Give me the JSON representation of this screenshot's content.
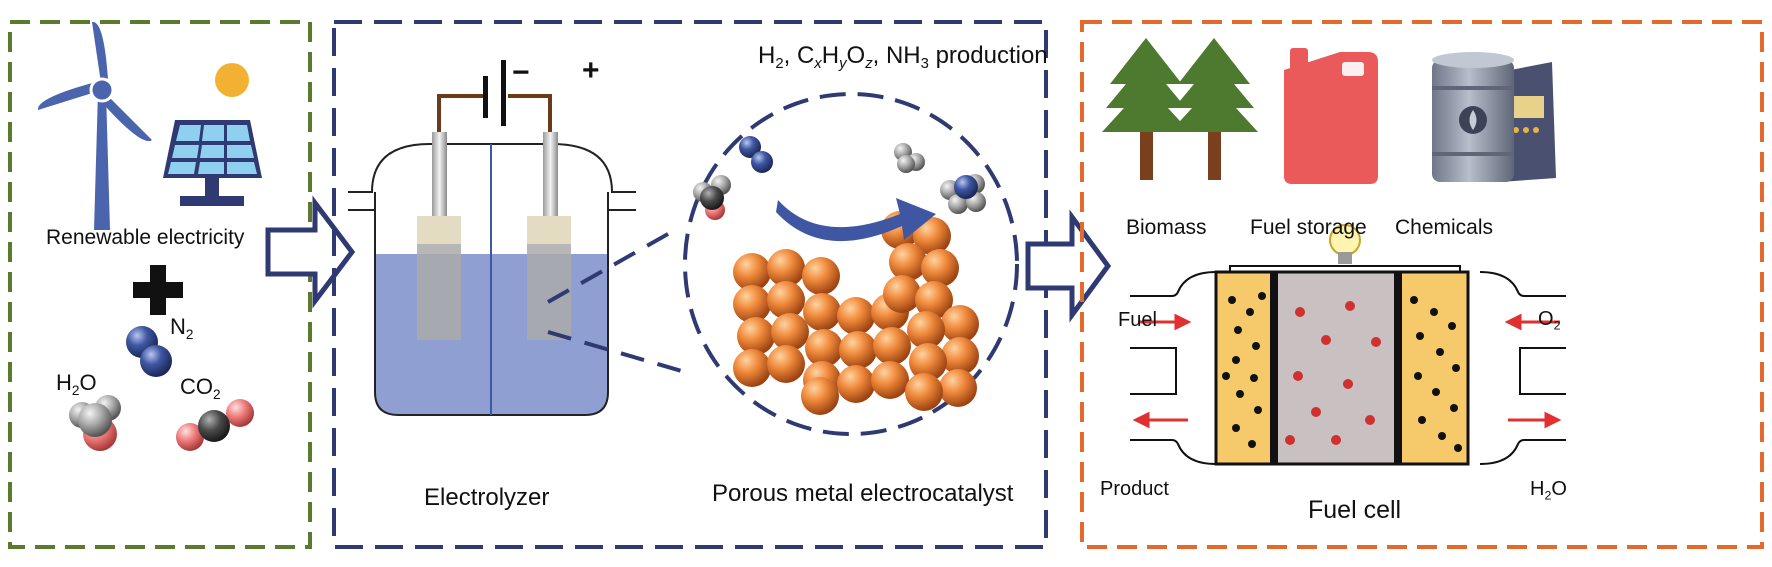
{
  "panels": {
    "inputs": {
      "border_color": "#5b7a2e",
      "renewable_label": "Renewable electricity",
      "n2_label": "N",
      "n2_sub": "2",
      "h2o_label_a": "H",
      "h2o_sub": "2",
      "h2o_label_b": "O",
      "co2_label": "CO",
      "co2_sub": "2"
    },
    "electrolysis": {
      "border_color": "#2f3a72",
      "production_label": {
        "h": "H",
        "h_sub": "2",
        "sep1": ", C",
        "c_sub": "x",
        "h2": "H",
        "h2_sub": "y",
        "o": "O",
        "o_sub": "z",
        "sep2": ", NH",
        "nh_sub": "3",
        "tail": " production"
      },
      "minus_sign": "−",
      "plus_sign": "+",
      "electrolyzer_label": "Electrolyzer",
      "catalyst_label": "Porous metal electrocatalyst"
    },
    "applications": {
      "border_color": "#e36a2b",
      "biomass_label": "Biomass",
      "fuel_storage_label": "Fuel storage",
      "chemicals_label": "Chemicals",
      "fuel_label": "Fuel",
      "product_label": "Product",
      "o2_label": "O",
      "o2_sub": "2",
      "h2o_out_a": "H",
      "h2o_out_sub": "2",
      "h2o_out_b": "O",
      "fuel_cell_label": "Fuel cell"
    }
  },
  "colors": {
    "arrow_outline": "#2f3a72",
    "electrolyte": "#8f9fd2",
    "copper": "#e0722a",
    "tree": "#4e7a2f",
    "trunk": "#7a3f1c",
    "jerrycan": "#ea5a5a",
    "barrel": "#8a93a3",
    "electrode_layer": "#f6c96a",
    "membrane": "#c9c1c1",
    "flow_arrow": "#e03030"
  }
}
